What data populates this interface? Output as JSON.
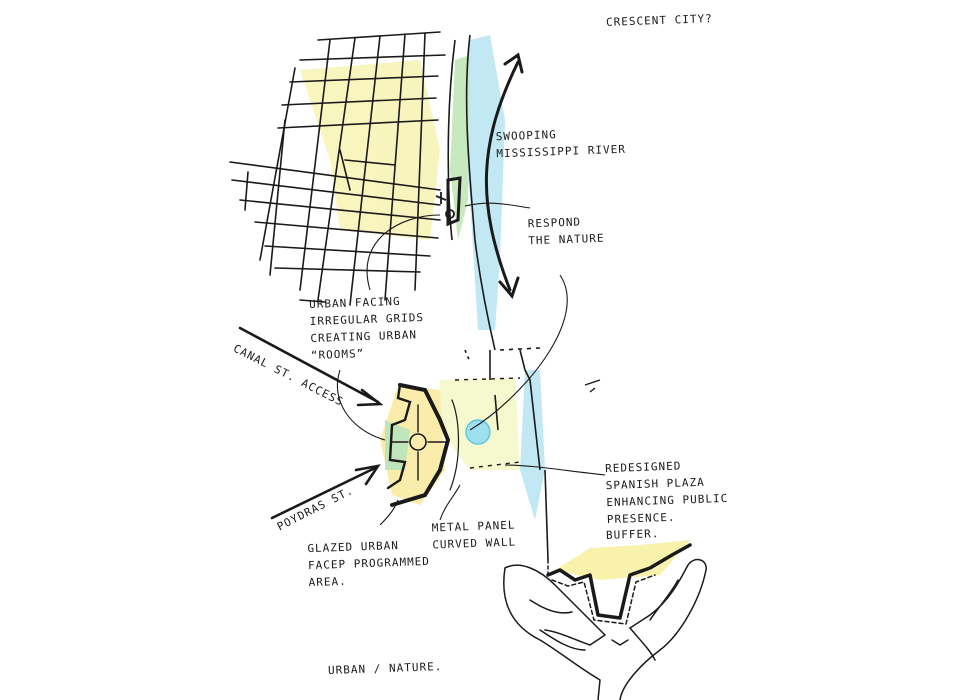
{
  "title": "Crescent City?",
  "labels": {
    "river": [
      "Swooping",
      "Mississippi River"
    ],
    "respond": [
      "Respond",
      "the nature"
    ],
    "urban": [
      "Urban facing",
      "irregular grids",
      "creating urban",
      "“rooms”"
    ],
    "canal": "Canal St. Access",
    "poydras": "Poydras St.",
    "glazed": [
      "Glazed urban",
      "facep programmed",
      "area."
    ],
    "metal": [
      "Metal panel",
      "curved wall"
    ],
    "plaza": [
      "Redesigned",
      "Spanish Plaza",
      "enhancing public",
      "presence."
    ],
    "buffer": "Buffer.",
    "caption": "Urban / Nature."
  },
  "colors": {
    "ink": "#1a1a1a",
    "river_blue": "#5fc6e0",
    "river_green": "#7fd07a",
    "yellow": "#f0e35a",
    "orange": "#f2a65a"
  }
}
